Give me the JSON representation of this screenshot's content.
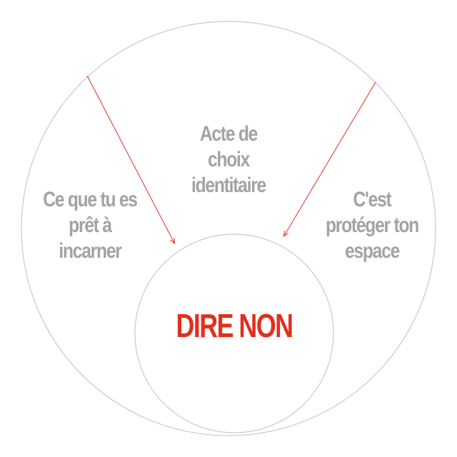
{
  "diagram": {
    "left_label": "Ce que tu es\nprêt à\nincarner",
    "top_label": "Acte de\nchoix\nidentitaire",
    "right_label": "C'est\nprotéger ton\nespace",
    "center_label": "DIRE NON"
  },
  "colors": {
    "accent": "#e0301e",
    "label_gray": "#a3a3a3",
    "ring_gray": "#c9c9c9"
  }
}
